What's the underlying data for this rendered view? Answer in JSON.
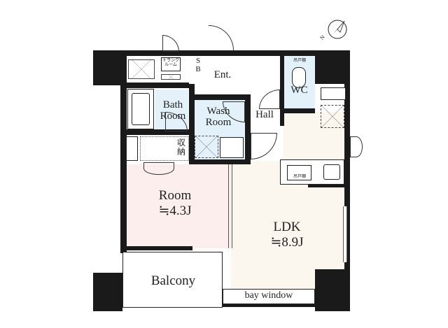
{
  "rooms": {
    "room": {
      "name": "Room",
      "size": "≒4.3J"
    },
    "ldk": {
      "name": "LDK",
      "size": "≒8.9J"
    },
    "bath": {
      "name": "Bath\nRoom"
    },
    "wash": {
      "name": "Wash\nRoom"
    },
    "wc": {
      "name": "WC"
    },
    "hall": {
      "name": "Hall"
    },
    "entrance": {
      "name": "Ent."
    },
    "shoe_box": {
      "name": "S\nB"
    },
    "balcony": {
      "name": "Balcony"
    },
    "bay_window": {
      "name": "bay window"
    },
    "trunk_room": {
      "name": "トランク\nルーム"
    },
    "storage": {
      "name": "収\n納"
    },
    "wall_cabinet_wc": {
      "name": "吊戸棚"
    },
    "wall_cabinet_kitchen": {
      "name": "吊戸棚"
    }
  },
  "compass": {
    "label": "N"
  },
  "colors": {
    "room": "#fbeeed",
    "ldk": "#fcf7ee",
    "wet": "#e3f1fa",
    "wall": "#1a1a1a"
  }
}
